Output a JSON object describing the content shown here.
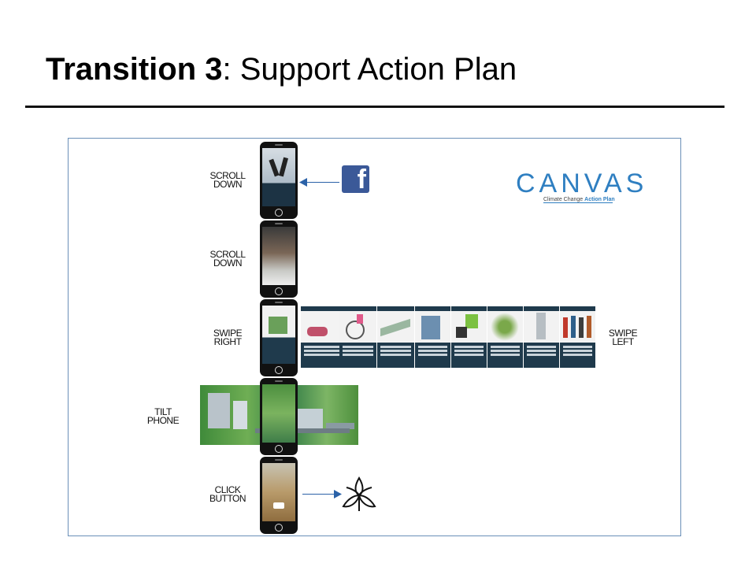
{
  "slide": {
    "title_bold": "Transition 3",
    "title_rest": ": Support Action Plan"
  },
  "gestures": {
    "scroll_down_1": [
      "SCROLL",
      "DOWN"
    ],
    "scroll_down_2": [
      "SCROLL",
      "DOWN"
    ],
    "swipe_right": [
      "SWIPE",
      "RIGHT"
    ],
    "swipe_left": [
      "SWIPE",
      "LEFT"
    ],
    "tilt_phone": [
      "TILT",
      "PHONE"
    ],
    "click_button": [
      "CLICK",
      "BUTTON"
    ]
  },
  "logo": {
    "word": "CANVAS",
    "sub_plain": "Climate Change ",
    "sub_bold": "Action Plan"
  },
  "icons": {
    "facebook": "facebook-icon",
    "trillium": "trillium-icon"
  },
  "colors": {
    "accent": "#2f7fc1",
    "facebook": "#3b5998",
    "card_bg": "#1f3a4c",
    "arrow": "#2b62a8"
  }
}
